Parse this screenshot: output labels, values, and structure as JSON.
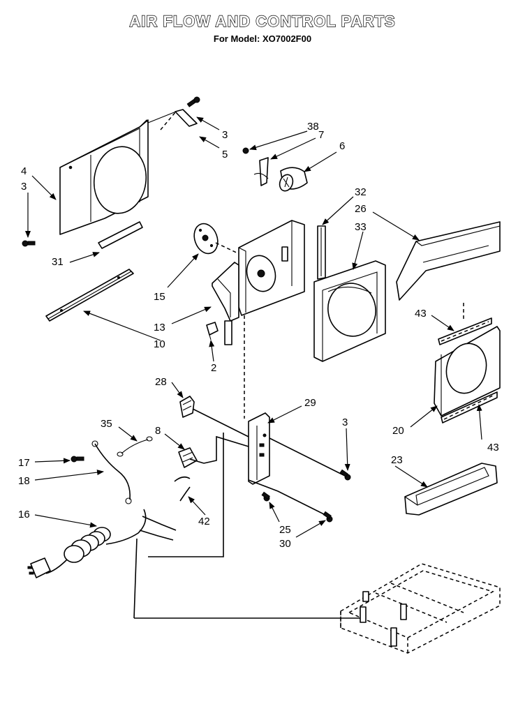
{
  "header": {
    "title": "AIR FLOW AND CONTROL PARTS",
    "subtitle": "For Model: XO7002F00"
  },
  "callouts": {
    "p2": "2",
    "p3a": "3",
    "p3b": "3",
    "p3c": "3",
    "p4": "4",
    "p5": "5",
    "p6": "6",
    "p7": "7",
    "p8": "8",
    "p10": "10",
    "p13": "13",
    "p15": "15",
    "p16": "16",
    "p17": "17",
    "p18": "18",
    "p20": "20",
    "p23": "23",
    "p25": "25",
    "p26": "26",
    "p28": "28",
    "p29": "29",
    "p30": "30",
    "p31": "31",
    "p32": "32",
    "p33": "33",
    "p35": "35",
    "p38": "38",
    "p42": "42",
    "p43a": "43",
    "p43b": "43"
  }
}
